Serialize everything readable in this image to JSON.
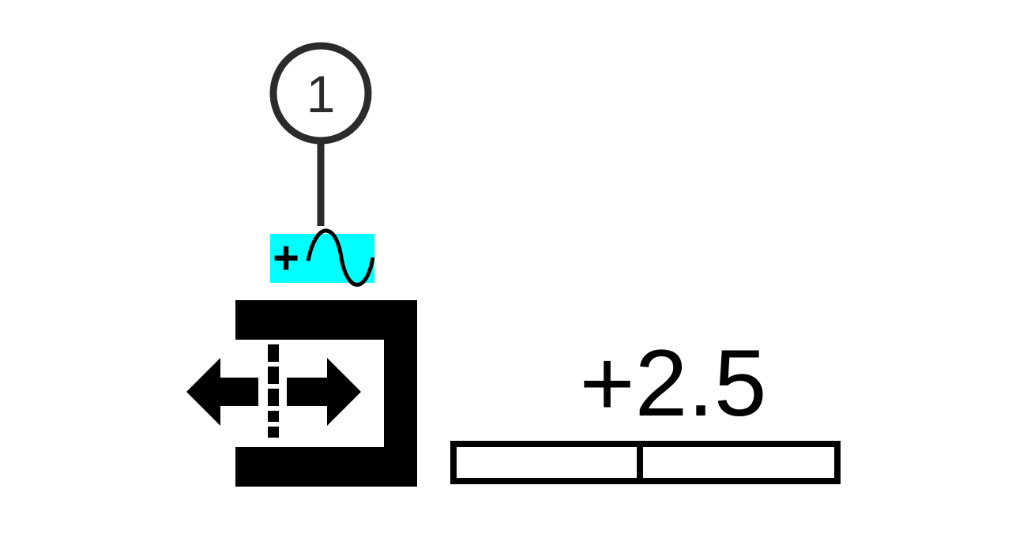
{
  "callout": {
    "number": "1"
  },
  "mode_badge": {
    "sign": "+",
    "icon": "sine-wave-icon",
    "background_color": "#00ffff"
  },
  "balance_icon": {
    "icon": "horizontal-balance-icon"
  },
  "value": {
    "text": "+2.5"
  },
  "balance_bar": {
    "icon": "balance-bar-icon",
    "level": 0.5
  },
  "colors": {
    "foreground": "#000000",
    "callout_stroke": "#2b2b2b",
    "background": "#ffffff"
  }
}
